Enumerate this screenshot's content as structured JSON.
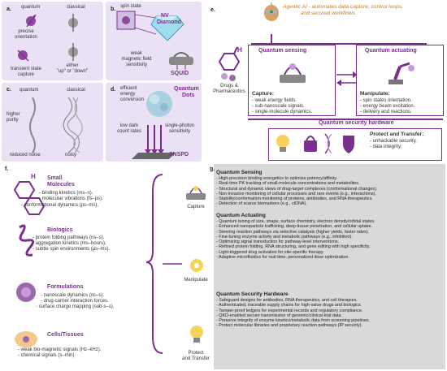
{
  "panel_a": {
    "label": "a.",
    "quantum": "quantum",
    "classical": "classical",
    "precise": "precise",
    "orientation": "orientation",
    "transient1": "transient state",
    "transient2": "capture",
    "either1": "either",
    "either2": "\"up\" or \"down\""
  },
  "panel_b": {
    "label": "b.",
    "spin_state": "spin state",
    "nv1": "NV",
    "nv2": "Diamond",
    "weak1": "weak",
    "weak2": "magnetic field",
    "weak3": "sensitivity",
    "squid": "SQUID"
  },
  "panel_c": {
    "label": "c.",
    "quantum": "quantum",
    "classical": "classical",
    "higher": [
      "higher",
      "purity"
    ],
    "reduced": "reduced noise",
    "noisy": "noisy"
  },
  "panel_d": {
    "label": "d.",
    "efficient": [
      "efficient",
      "energy",
      "conversion"
    ],
    "qd": [
      "Quantum",
      "Dots"
    ],
    "low": [
      "low dark",
      "count rates"
    ],
    "single": [
      "single-photon",
      "sensitivity"
    ],
    "snspd": "SNSPD"
  },
  "panel_e": {
    "label": "e.",
    "ai": [
      "Agentic AI - automates data capture, control loops,",
      "and secured workflows"
    ],
    "drugs": [
      "Drugs &",
      "Pharmaceutics"
    ],
    "sensing_title": "Quantum sensing",
    "capture_title": "Capture:",
    "capture_items": [
      "- weak energy fields.",
      "- sub-nanoscale signals.",
      "- single-molecule dynamics."
    ],
    "actuating_title": "Quantum actuating",
    "manipulate_title": "Manipulate:",
    "manipulate_items": [
      "- spin states orientation.",
      "- energy beam excitation.",
      "- delivery and reactions."
    ],
    "security_title": "Quantum security hardware",
    "protect_title": "Protect and Transfer:",
    "protect_items": [
      "- unhackable security.",
      "- data integrity."
    ]
  },
  "panel_f": {
    "label": "f.",
    "small": {
      "title": [
        "Small",
        "Molecules"
      ],
      "items": [
        "- binding kinetics (ms–s).",
        "- molecular vibrations (fs–ps).",
        "- conformational dynamics (ps–ms)."
      ]
    },
    "bio": {
      "title": "Biologics",
      "items": [
        "- protein folding pathways (ns–s).",
        "- aggregation kinetics (ms–hours).",
        "- subtle spin environments (μs–ms)."
      ]
    },
    "form": {
      "title": "Formulations",
      "items": [
        "- nanoscale dynamics (ns–s).",
        "- drug-carrier interaction forces.",
        "- surface charge mapping (sub-s–s)."
      ]
    },
    "cells": {
      "title": "Cells/Tissues",
      "items": [
        "- weak bio-magnetic signals (Hz–kHz).",
        "- chemical signals (s–min)."
      ]
    },
    "capture": "Capture",
    "manipulate": "Manipulate",
    "protect": [
      "Protect",
      "and Transfer"
    ]
  },
  "panel_g": {
    "label": "g.",
    "sensing_title": "Quantum Sensing",
    "sensing_items": [
      "- High-precision binding energetics to optimize potency/affinity.",
      "- Real-time PK tracking of small-molecule concentrations and metabolites.",
      "- Structural and dynamic views of drug-target complexes (conformational changes).",
      "- Non-invasive monitoring of cellular processes and rare events (e.g., interactions).",
      "- Stability/conformation monitoring of proteins, antibodies, and RNA therapeutics.",
      "- Detection of scarce biomarkers (e.g., ctDNA)."
    ],
    "actuating_title": "Quantum Actuating",
    "actuating_items": [
      "- Quantum tuning of size, shape, surface chemistry, electron density/orbital states.",
      "- Enhanced nanoparticle trafficking, deep-tissue penetration, and cellular uptake.",
      "- Steering reaction pathways via selective catalysis (higher yields, faster rates).",
      "- Fine-tuning enzyme activity and metabolic pathways (e.g., inhibition).",
      "- Optimizing signal transduction for pathway-level interventions.",
      "- Refined protein folding, RNA structuring, and gene editing with high specificity.",
      "- Light-triggered drug activation for site-specific therapy.",
      "- Adaptive microfluidics for real-time, personalized dose optimization."
    ],
    "security_title": "Quantum Security Hardware",
    "security_items": [
      "- Safeguard designs for antibodies, RNA therapeutics, and cell therapies.",
      "- Authenticated, traceable supply chains for high-value drugs and biologics.",
      "- Tamper-proof ledgers for experimental records and regulatory compliance.",
      "- QKD-enabled secure transmission of genomic/clinical-trial data.",
      "- Preserve integrity of enzyme kinetics/metabolic data from screening pipelines.",
      "- Protect molecular libraries and proprietary reaction pathways (IP security)."
    ]
  },
  "colors": {
    "accent": "#7a2f8f",
    "panel": "#ebe1f4",
    "ai_text": "#c77c19",
    "grey": "#d9d9d9"
  }
}
